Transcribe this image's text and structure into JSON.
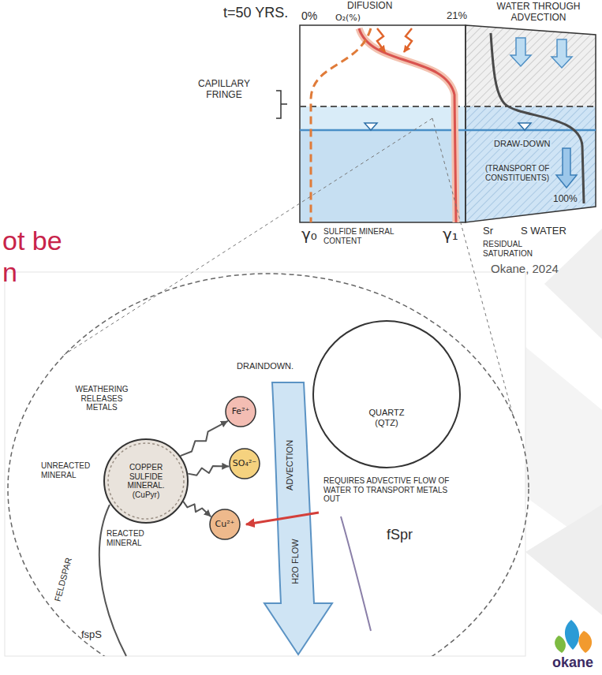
{
  "diagram": {
    "nodes": [
      {
        "text": [
          "DRAINDOWN.",
          "WEATHERING RELEASES METALS",
          "UNREACTED MINERAL",
          "REACTED MINERAL",
          "ADVECTION",
          "H2O FLOW",
          "REQUIRES ADVECTIVE FLOW OF WATER TO TRANSPORT METALS OUT",
          "fSpr",
          "FELDSPAR",
          "fspS"
        ]
      },
      {
        "text": [
          "COPPER SULFIDE MINERAL.",
          "(CuPyr)"
        ],
        "in": 0
      },
      {
        "text": [
          "Fe²⁺"
        ],
        "in": 0
      },
      {
        "text": [
          "SO₄²⁻"
        ],
        "in": 0
      },
      {
        "text": [
          "Cu²⁺"
        ],
        "in": 0
      },
      {
        "text": [
          "QUARTZ (QTZ)"
        ],
        "in": 0
      }
    ],
    "edges": [
      {
        "from": 1,
        "to": 2,
        "arrow": "to"
      },
      {
        "from": 1,
        "to": 3,
        "arrow": "to"
      },
      {
        "from": 1,
        "to": 4,
        "arrow": "to"
      }
    ],
    "labels": [
      "t=50 YRS.",
      "0%",
      "DIFUSION",
      "O₂(%)",
      "21%",
      "WATER THROUGH ADVECTION",
      "CAPILLARY FRINGE",
      "DRAW-DOWN",
      "(TRANSPORT OF CONSTITUENTS)",
      "100%",
      "γ₀",
      "SULFIDE MINERAL CONTENT",
      "γ₁",
      "Sr",
      "S WATER",
      "RESIDUAL SATURATION",
      "Okane, 2024",
      "ot be",
      "n",
      "okane"
    ]
  }
}
